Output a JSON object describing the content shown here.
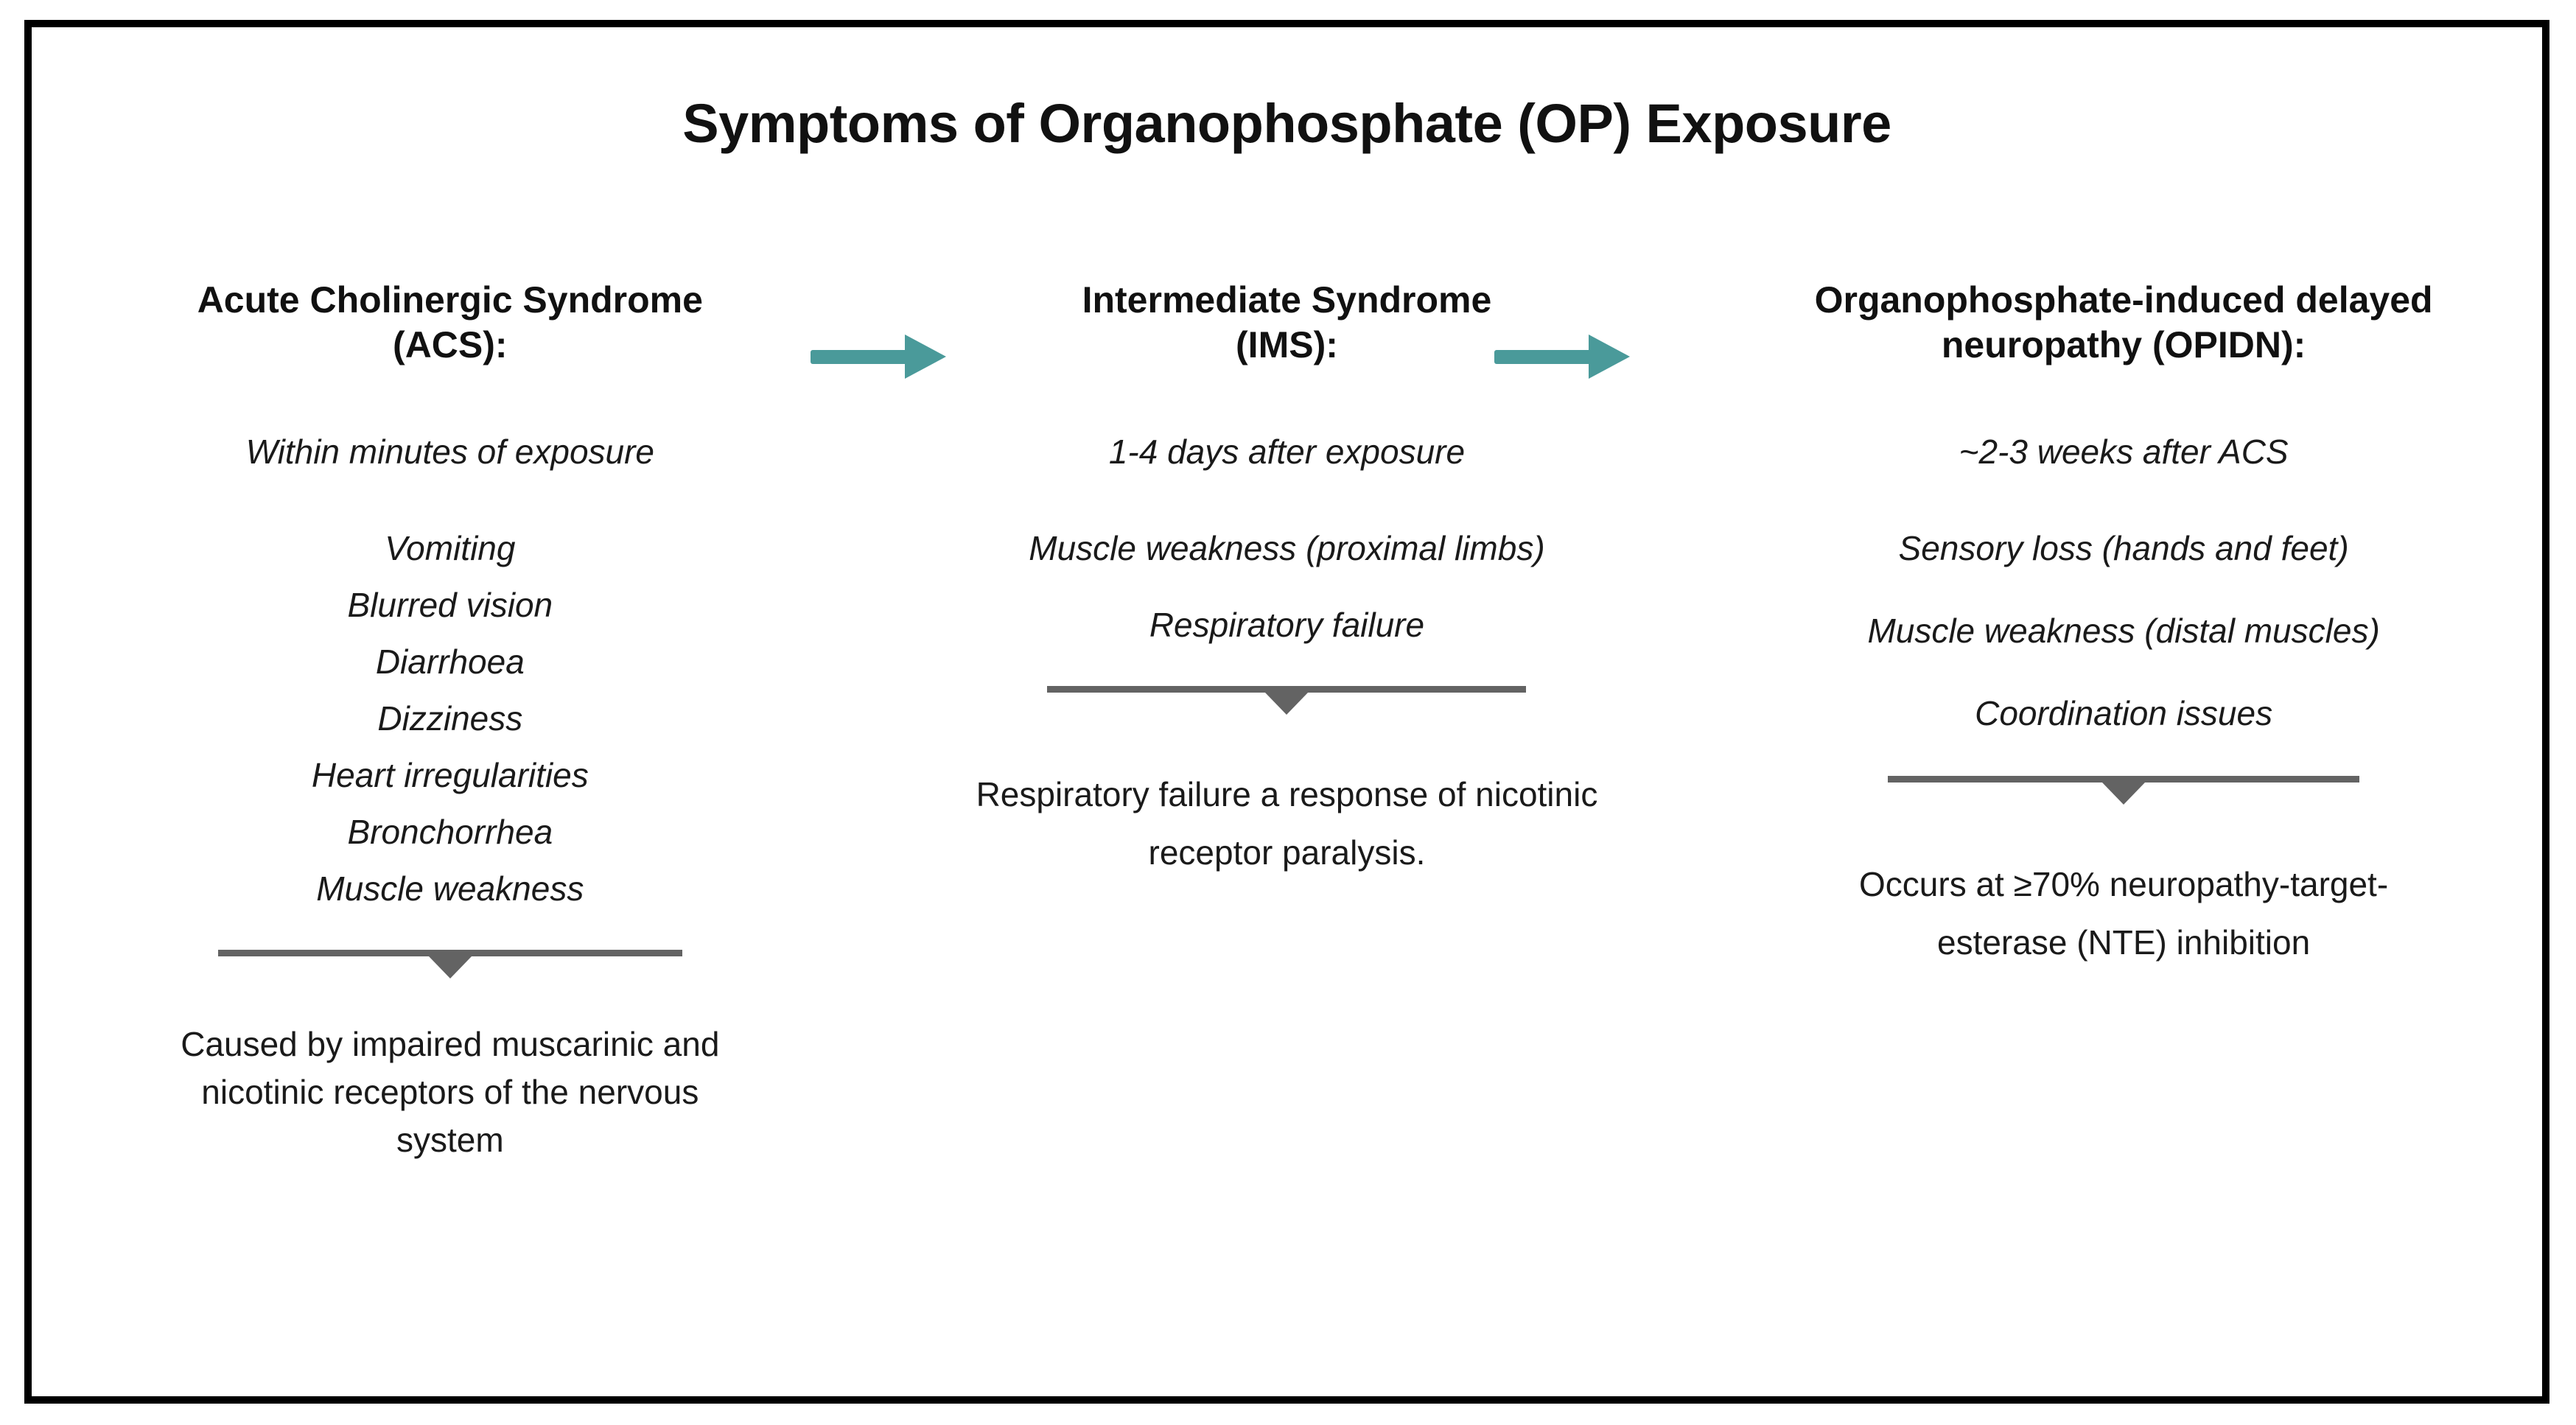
{
  "title": "Symptoms of Organophosphate (OP) Exposure",
  "colors": {
    "frame": "#000000",
    "arrow_teal": "#4A9A9A",
    "divider_gray": "#636363",
    "text": "#1a1a1a",
    "background": "#ffffff"
  },
  "arrows": [
    {
      "name": "arrow-acs-to-ims",
      "direction": "right"
    },
    {
      "name": "arrow-ims-to-opidn",
      "direction": "right"
    }
  ],
  "columns": [
    {
      "id": "acs",
      "header": "Acute Cholinergic Syndrome (ACS):",
      "timing": "Within minutes of exposure",
      "symptoms": [
        "Vomiting",
        "Blurred vision",
        "Diarrhoea",
        "Dizziness",
        "Heart irregularities",
        "Bronchorrhea",
        "Muscle weakness"
      ],
      "footer": "Caused by impaired muscarinic and nicotinic receptors of the nervous system"
    },
    {
      "id": "ims",
      "header": "Intermediate Syndrome (IMS):",
      "timing": "1-4 days after exposure",
      "symptoms": [
        "Muscle weakness (proximal limbs)",
        "Respiratory failure"
      ],
      "footer": "Respiratory failure a response of nicotinic receptor paralysis."
    },
    {
      "id": "opidn",
      "header": "Organophosphate-induced delayed neuropathy (OPIDN):",
      "timing": "~2-3 weeks after ACS",
      "symptoms": [
        "Sensory loss (hands and feet)",
        "Muscle weakness (distal muscles)",
        "Coordination issues"
      ],
      "footer": "Occurs at ≥70% neuropathy-target-esterase (NTE) inhibition"
    }
  ]
}
